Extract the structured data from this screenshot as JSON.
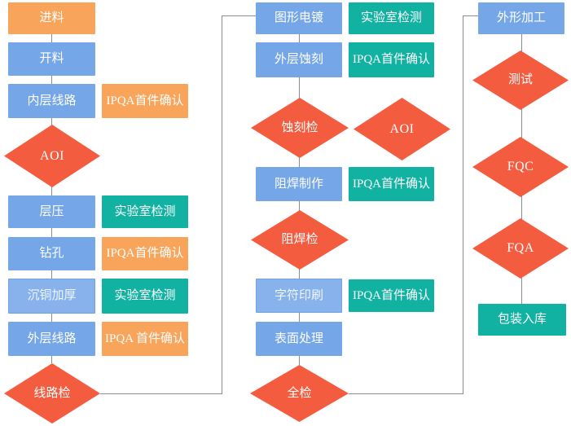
{
  "title": "PCB manufacturing process flowchart",
  "colors": {
    "blue": "#74A6E8",
    "blueLight": "#87B2EC",
    "blueBorder": "#6FA2E2",
    "orange": "#F9A45B",
    "teal": "#12B2A3",
    "red": "#F45C40",
    "line": "#8C8C8C",
    "text": "#FFFFFF"
  },
  "nodes": {
    "jinliao": {
      "label": "进料"
    },
    "kailiao": {
      "label": "开料"
    },
    "neicengxianlu": {
      "label": "内层线路"
    },
    "ipqa1": {
      "label": "IPQA首件确认"
    },
    "aoi1": {
      "label": "AOI"
    },
    "cengya": {
      "label": "层压"
    },
    "lab1": {
      "label": "实验室检测"
    },
    "zuankong": {
      "label": "钻孔"
    },
    "ipqa2": {
      "label": "IPQA首件确认"
    },
    "chentongjiahou": {
      "label": "沉铜加厚"
    },
    "lab2": {
      "label": "实验室检测"
    },
    "waicengxianlu": {
      "label": "外层线路"
    },
    "ipqa3": {
      "label": "IPQA 首件确认"
    },
    "xianlujian": {
      "label": "线路检"
    },
    "tuxingdiandu": {
      "label": "图形电镀"
    },
    "lab3": {
      "label": "实验室检测"
    },
    "waicengshike": {
      "label": "外层蚀刻"
    },
    "ipqa4": {
      "label": "IPQA首件确认"
    },
    "shikejian": {
      "label": "蚀刻检"
    },
    "aoi2": {
      "label": "AOI"
    },
    "zuhanzhizuo": {
      "label": "阻焊制作"
    },
    "ipqa5": {
      "label": "IPQA首件确认"
    },
    "zuhanjian": {
      "label": "阻焊检"
    },
    "zifuyinshua": {
      "label": "字符印刷"
    },
    "ipqa6": {
      "label": "IPQA首件确认"
    },
    "biaomianchuli": {
      "label": "表面处理"
    },
    "quanjian": {
      "label": "全检"
    },
    "waixingjiagong": {
      "label": "外形加工"
    },
    "ceshi": {
      "label": "测试"
    },
    "fqc": {
      "label": "FQC"
    },
    "fqa": {
      "label": "FQA"
    },
    "baozhuangruku": {
      "label": "包装入库"
    }
  }
}
